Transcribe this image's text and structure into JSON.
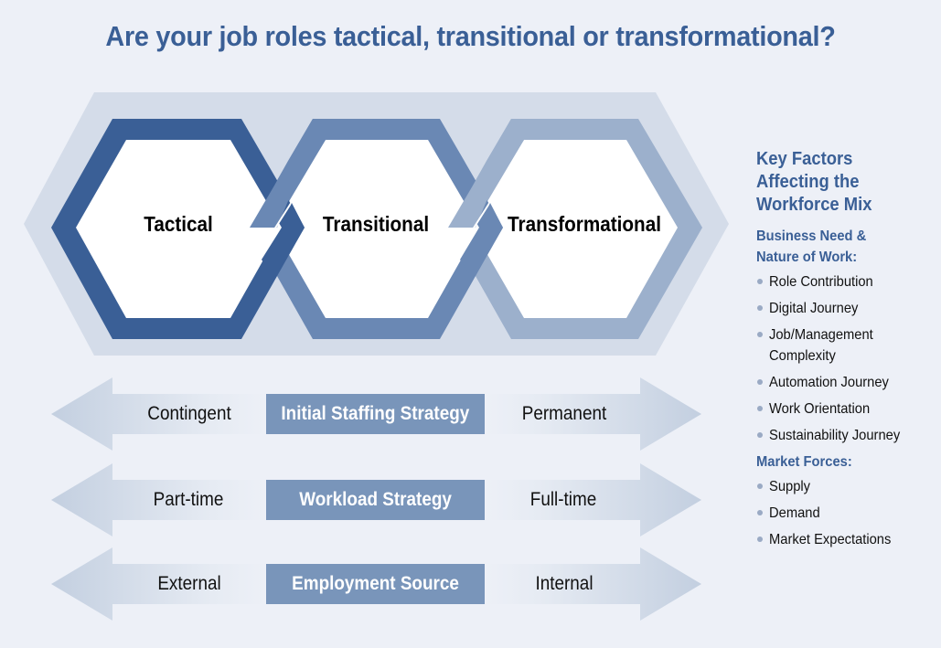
{
  "title": "Are your job roles tactical, transitional or transformational?",
  "colors": {
    "background": "#edf0f7",
    "title": "#3a5f96",
    "hex_outer_band": "#d4dce9",
    "tactical": "#3a5f96",
    "transitional": "#6a88b4",
    "transformational": "#9cb0cc",
    "center_box": "#7995ba",
    "arrow": "#c8d3e2"
  },
  "hexagons": [
    {
      "label": "Tactical"
    },
    {
      "label": "Transitional"
    },
    {
      "label": "Transformational"
    }
  ],
  "strategies": [
    {
      "left": "Contingent",
      "center": "Initial Staffing Strategy",
      "right": "Permanent"
    },
    {
      "left": "Part-time",
      "center": "Workload Strategy",
      "right": "Full-time"
    },
    {
      "left": "External",
      "center": "Employment Source",
      "right": "Internal"
    }
  ],
  "sidebar": {
    "title": "Key Factors Affecting the Workforce Mix",
    "title_lines": [
      "Key Factors",
      "Affecting the",
      "Workforce Mix"
    ],
    "sections": [
      {
        "heading_lines": [
          "Business Need &",
          "Nature of Work:"
        ],
        "items": [
          "Role Contribution",
          "Digital Journey",
          "Job/Management Complexity",
          "Automation Journey",
          "Work Orientation",
          "Sustainability Journey"
        ]
      },
      {
        "heading_lines": [
          "Market Forces:"
        ],
        "items": [
          "Supply",
          "Demand",
          "Market Expectations"
        ]
      }
    ]
  }
}
